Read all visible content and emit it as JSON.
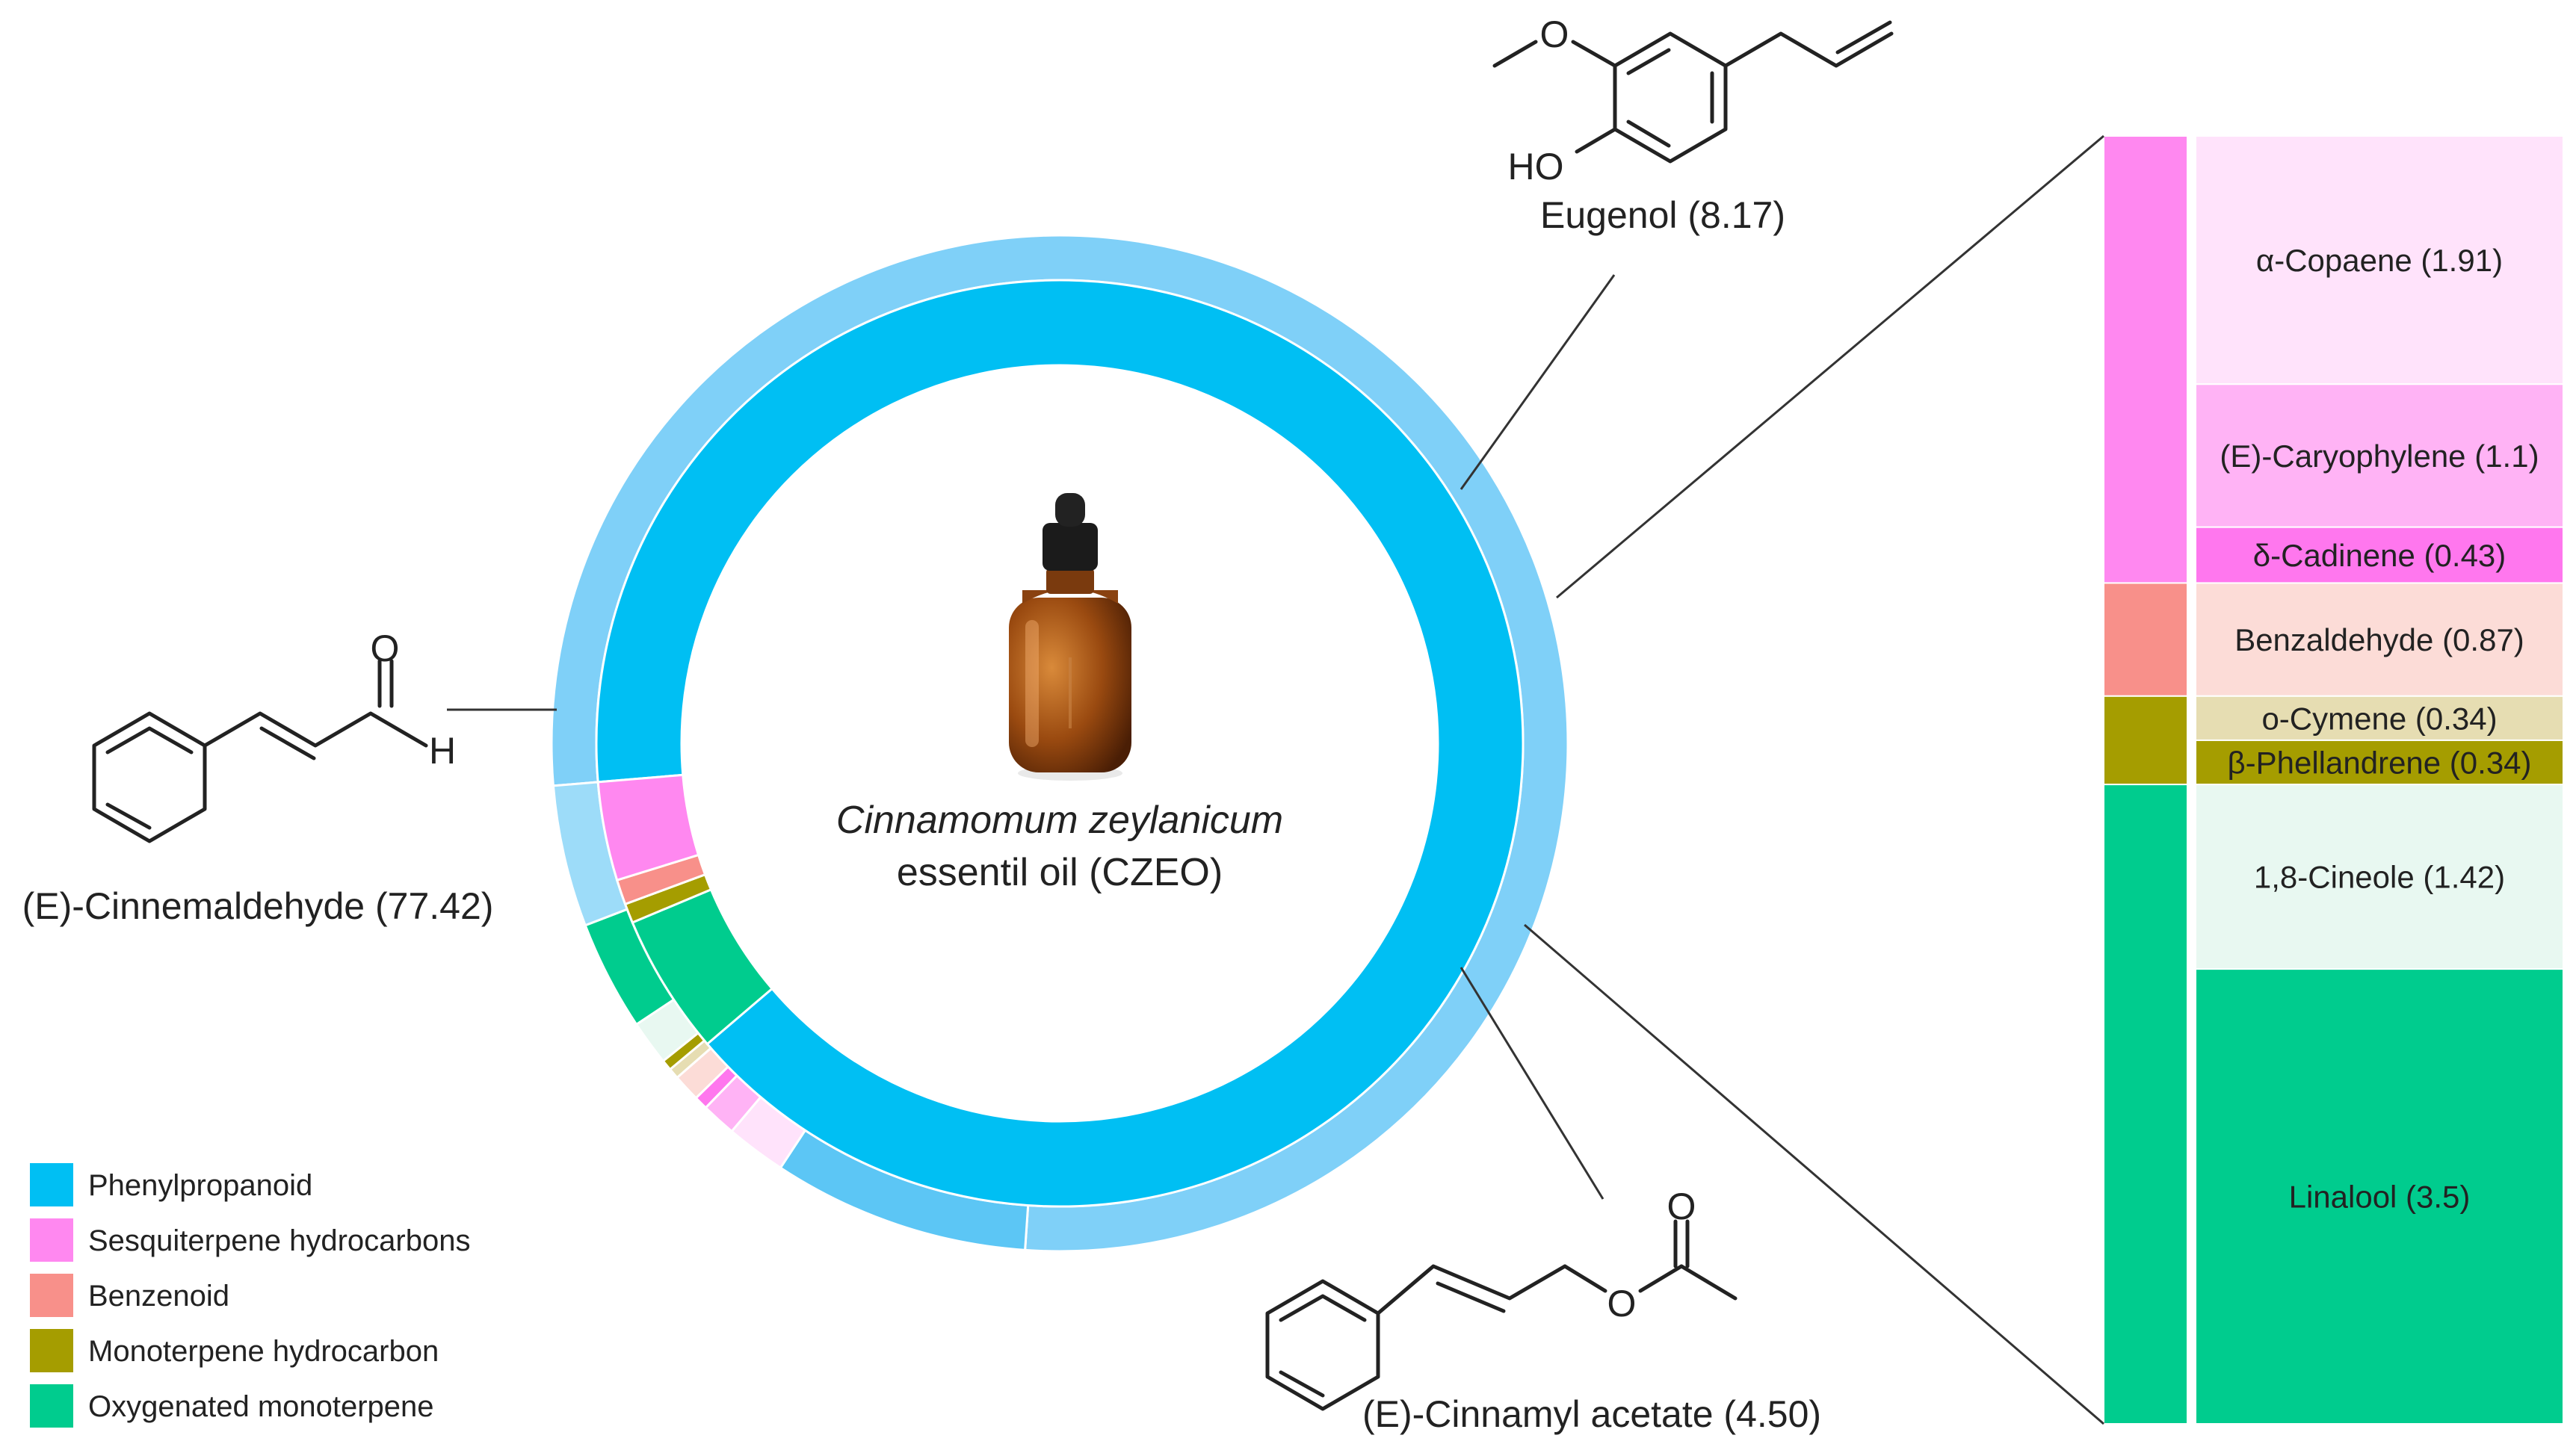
{
  "chart_data": {
    "type": "pie",
    "center_title": "Cinnamomum zeylanicum",
    "center_subtitle": "essentil oil (CZEO)",
    "legend": [
      {
        "label": "Phenylpropanoid",
        "color": "#00BFF3"
      },
      {
        "label": "Sesquiterpene hydrocarbons",
        "color": "#FF88F0"
      },
      {
        "label": "Benzenoid",
        "color": "#F8908A"
      },
      {
        "label": "Monoterpene hydrocarbon",
        "color": "#A59D00"
      },
      {
        "label": "Oxygenated monoterpene",
        "color": "#00CC8E"
      }
    ],
    "inner_ring": [
      {
        "class": "Phenylpropanoid",
        "value": 90.09,
        "color": "#00BFF3"
      },
      {
        "class": "Oxygenated monoterpene",
        "value": 4.92,
        "color": "#00CC8E"
      },
      {
        "class": "Monoterpene hydrocarbon",
        "value": 0.68,
        "color": "#A59D00"
      },
      {
        "class": "Benzenoid",
        "value": 0.87,
        "color": "#F8908A"
      },
      {
        "class": "Sesquiterpene hydrocarbons",
        "value": 3.44,
        "color": "#FF88F0"
      }
    ],
    "outer_ring": [
      {
        "name": "(E)-Cinnemaldehyde",
        "value": 77.42,
        "color": "#7FD0F8"
      },
      {
        "name": "Eugenol",
        "value": 8.17,
        "color": "#5CC6F5"
      },
      {
        "name": "α-Copaene",
        "value": 1.91,
        "color": "#FFE3FB"
      },
      {
        "name": "(E)-Caryophylene",
        "value": 1.1,
        "color": "#FFB3F5"
      },
      {
        "name": "δ-Cadinene",
        "value": 0.43,
        "color": "#FF77EE"
      },
      {
        "name": "Benzaldehyde",
        "value": 0.87,
        "color": "#FCDCD7"
      },
      {
        "name": "o-Cymene",
        "value": 0.34,
        "color": "#E6DDB2"
      },
      {
        "name": "β-Phellandrene",
        "value": 0.34,
        "color": "#A59D00"
      },
      {
        "name": "1,8-Cineole",
        "value": 1.42,
        "color": "#E8F8F1"
      },
      {
        "name": "Linalool",
        "value": 3.5,
        "color": "#00CC8E"
      },
      {
        "name": "(E)-Cinnamyl acetate",
        "value": 4.5,
        "color": "#9DDCF9"
      }
    ],
    "annotations": {
      "cinnemaldehyde": "(E)-Cinnemaldehyde (77.42)",
      "eugenol": "Eugenol (8.17)",
      "cinnamyl_acetate": "(E)-Cinnamyl acetate (4.50)"
    },
    "breakdown_bar": [
      {
        "label": "α-Copaene (1.91)",
        "value": 1.91,
        "color": "#FFE3FB",
        "class_color": "#FF88F0"
      },
      {
        "label": "(E)-Caryophylene (1.1)",
        "value": 1.1,
        "color": "#FFB3F5",
        "class_color": "#FF88F0"
      },
      {
        "label": "δ-Cadinene (0.43)",
        "value": 0.43,
        "color": "#FF77EE",
        "class_color": "#FF88F0"
      },
      {
        "label": "Benzaldehyde (0.87)",
        "value": 0.87,
        "color": "#FCDCD7",
        "class_color": "#F8908A"
      },
      {
        "label": "o-Cymene (0.34)",
        "value": 0.34,
        "color": "#E6DDB2",
        "class_color": "#A59D00"
      },
      {
        "label": "β-Phellandrene (0.34)",
        "value": 0.34,
        "color": "#A59D00",
        "class_color": "#A59D00"
      },
      {
        "label": "1,8-Cineole (1.42)",
        "value": 1.42,
        "color": "#E8F8F1",
        "class_color": "#00CC8E"
      },
      {
        "label": "Linalool (3.5)",
        "value": 3.5,
        "color": "#00CC8E",
        "class_color": "#00CC8E"
      }
    ],
    "structure_labels": {
      "ho": "HO",
      "o": "O",
      "h": "H"
    }
  }
}
